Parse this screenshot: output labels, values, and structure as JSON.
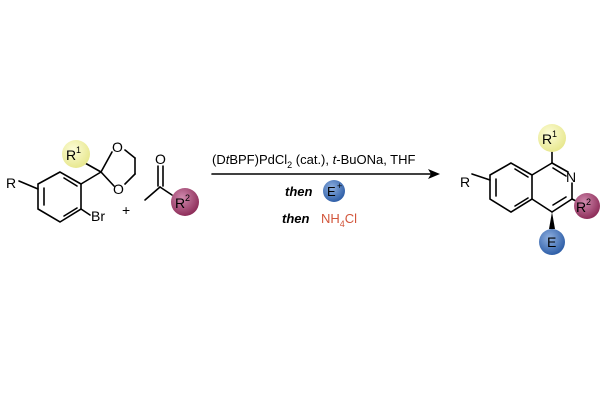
{
  "reactant1": {
    "r_label": "R",
    "r1": {
      "main": "R",
      "sup": "1",
      "color": "#F2F2A6"
    },
    "o_top": "O",
    "o_bottom": "O",
    "br": "Br"
  },
  "plus": "+",
  "reactant2": {
    "o": "O",
    "r2": {
      "main": "R",
      "sup": "2",
      "color": "#A3416F"
    }
  },
  "conditions": {
    "line1": {
      "a": "(D",
      "b": "t",
      "c": "BPF)PdCl",
      "d": "2",
      "e": " (cat.), ",
      "f": "t",
      "g": "-BuONa, THF"
    },
    "line2": {
      "then": "then",
      "e_main": "E",
      "e_sup": "+",
      "e_color": "#3E6DB5"
    },
    "line3": {
      "then": "then",
      "reagent_main": "NH",
      "reagent_sub": "4",
      "reagent_tail": "Cl",
      "reagent_color": "#D2553B"
    }
  },
  "product": {
    "r_label": "R",
    "n": "N",
    "n_color": "#E03A2B",
    "r1": {
      "main": "R",
      "sup": "1"
    },
    "r2": {
      "main": "R",
      "sup": "2"
    },
    "e": "E"
  }
}
